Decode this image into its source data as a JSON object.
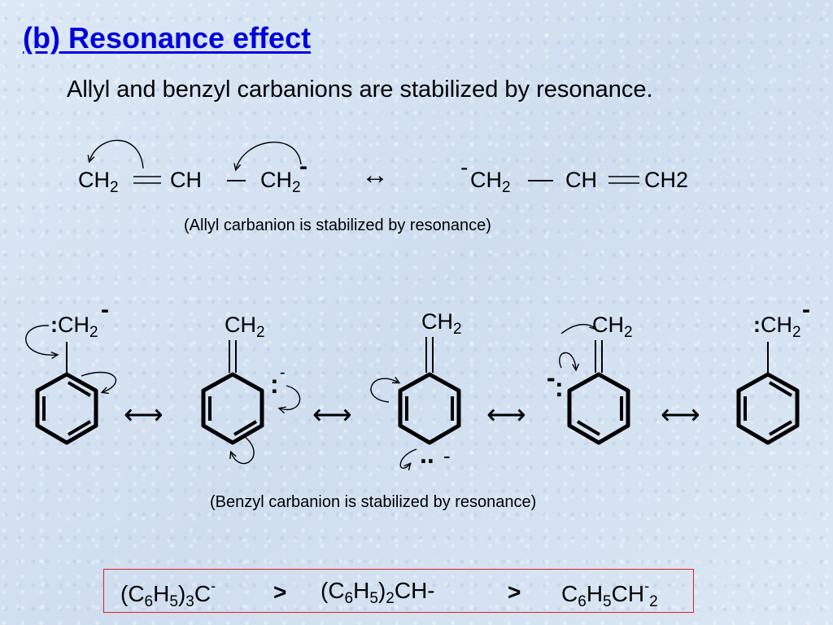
{
  "title": "(b) Resonance effect",
  "intro": "Allyl and benzyl carbanions are stabilized by resonance.",
  "allyl": {
    "left": {
      "ch2a": "CH",
      "sub": "2",
      "ch": "CH",
      "ch2b": "CH",
      "sub2": "2",
      "charge": "-"
    },
    "right": {
      "charge": "-",
      "ch2": "CH",
      "sub": "2",
      "ch": "CH",
      "end": "CH2"
    },
    "arrow": "↔",
    "caption": "(Allyl carbanion is stabilized by resonance)"
  },
  "benzyl": {
    "ch2": "CH",
    "sub": "2",
    "charge": "-",
    "colon": ":",
    "arrow": "⟷",
    "caption": "(Benzyl carbanion is stabilized by resonance)"
  },
  "ranking": {
    "a": {
      "p1": "(C",
      "s1": "6",
      "p2": "H",
      "s2": "5",
      "p3": ")",
      "s3": "3",
      "p4": "C",
      "sup": "-"
    },
    "gt": ">",
    "b": {
      "p1": "(C",
      "s1": "6",
      "p2": "H",
      "s2": "5",
      "p3": ")",
      "s3": "2",
      "p4": "CH-"
    },
    "c": {
      "p1": "C",
      "s1": "6",
      "p2": "H",
      "s2": "5",
      "p3": "CH",
      "sup": "-",
      "s3": "2"
    }
  }
}
